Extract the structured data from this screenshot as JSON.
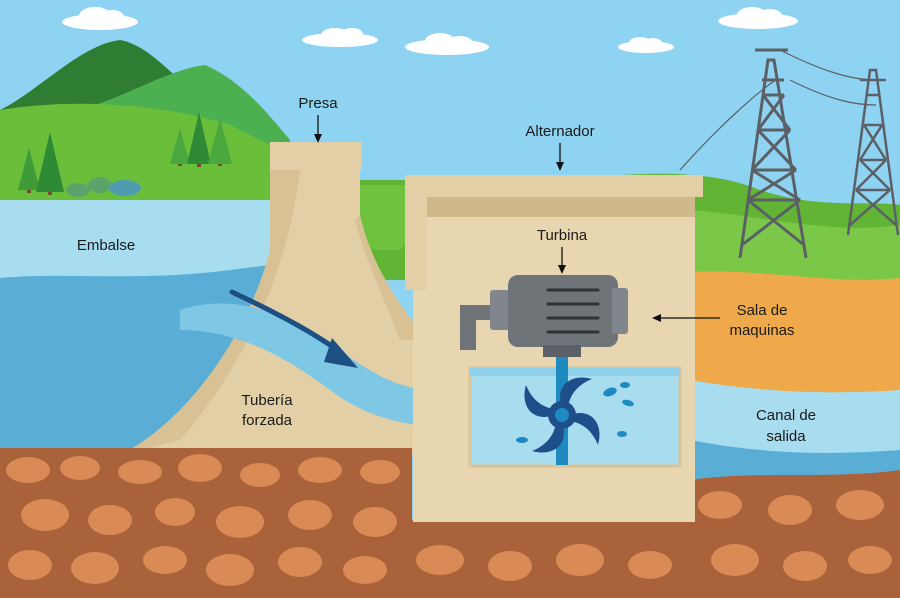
{
  "diagram": {
    "labels": {
      "presa": "Presa",
      "alternador": "Alternador",
      "embalse": "Embalse",
      "turbina": "Turbina",
      "sala_line1": "Sala de",
      "sala_line2": "maquinas",
      "tuberia_line1": "Tubería",
      "tuberia_line2": "forzada",
      "canal_line1": "Canal de",
      "canal_line2": "salida"
    },
    "colors": {
      "sky": "#8fd3f2",
      "mountain_dark": "#2e7d32",
      "mountain_light": "#4caf50",
      "hills": "#6abf3a",
      "reservoir_water": "#5aaed6",
      "penstock_water": "#7ec8e6",
      "dam": "#e3cfa6",
      "dam_shadow": "#cfb88a",
      "powerhouse": "#e8d6b0",
      "soil": "#a9623a",
      "rock": "#d98a55",
      "orange_soil": "#f0a94a",
      "generator": "#6f7479",
      "turbine": "#1f6aa5",
      "tower": "#5b6066",
      "cloud": "#ffffff",
      "arrow_stream": "#1c4f82"
    }
  }
}
